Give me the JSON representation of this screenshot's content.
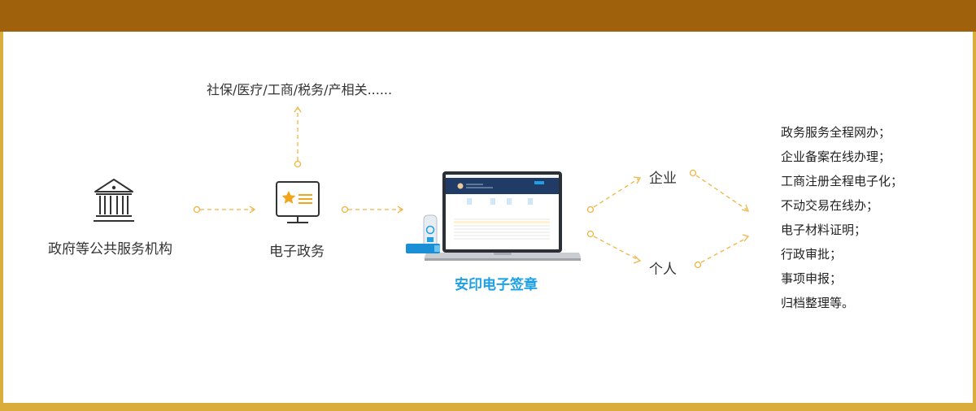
{
  "colors": {
    "top_bar": "#a0610d",
    "frame": "#d9ac3b",
    "arrow": "#f0b442",
    "accent": "#1ea0e6"
  },
  "nodes": {
    "gov": "政府等公共服务机构",
    "egov": "电子政务",
    "top_text": "社保/医疗/工商/税务/产相关......",
    "product": "安印电子签章",
    "enterprise": "企业",
    "personal": "个人"
  },
  "services": [
    "政务服务全程网办；",
    "企业备案在线办理；",
    "工商注册全程电子化；",
    "不动交易在线办；",
    "电子材料证明；",
    "行政审批；",
    "事项申报；",
    "归档整理等。"
  ],
  "icons": {
    "gov": "government-building-icon",
    "egov": "monitor-star-icon",
    "product": "laptop-usb-key-icon"
  }
}
